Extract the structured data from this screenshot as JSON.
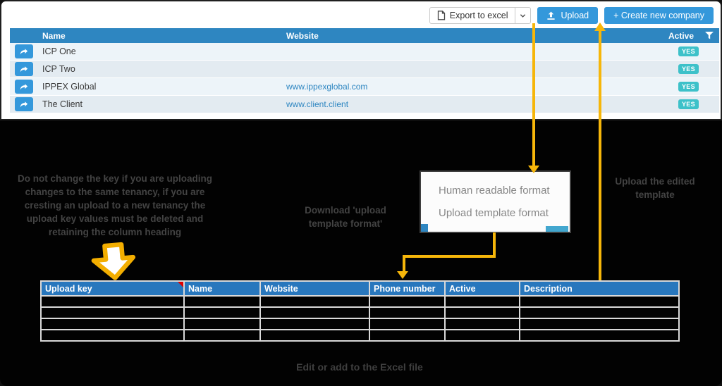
{
  "toolbar": {
    "export_label": "Export to excel",
    "upload_label": "Upload",
    "create_label": "+ Create new company"
  },
  "table": {
    "columns": {
      "name": "Name",
      "website": "Website",
      "active": "Active"
    },
    "rows": [
      {
        "name": "ICP One",
        "website": "",
        "active": "YES"
      },
      {
        "name": "ICP Two",
        "website": "",
        "active": "YES"
      },
      {
        "name": "IPPEX Global",
        "website": "www.ippexglobal.com",
        "active": "YES"
      },
      {
        "name": "The Client",
        "website": "www.client.client",
        "active": "YES"
      }
    ]
  },
  "menu": {
    "items": [
      "Human readable format",
      "Upload template format"
    ]
  },
  "notes": {
    "left": "Do not change the key if you are uploading changes to the same tenancy, if you are cresting an upload to a new tenancy the upload key values must be deleted and retaining the column heading",
    "download": "Download 'upload template format'",
    "upload": "Upload the edited template",
    "caption": "Edit or add to the Excel file"
  },
  "excel": {
    "headers": [
      "Upload key",
      "Name",
      "Website",
      "Phone number",
      "Active",
      "Description"
    ],
    "empty_body_rows": 4
  },
  "colors": {
    "app_header_blue": "#2e86c1",
    "button_blue": "#3498db",
    "badge_teal": "#3dc1c9",
    "arrow_yellow": "#f6b60a",
    "excel_header_blue": "#2877bd",
    "link_blue": "#2e86c1"
  }
}
